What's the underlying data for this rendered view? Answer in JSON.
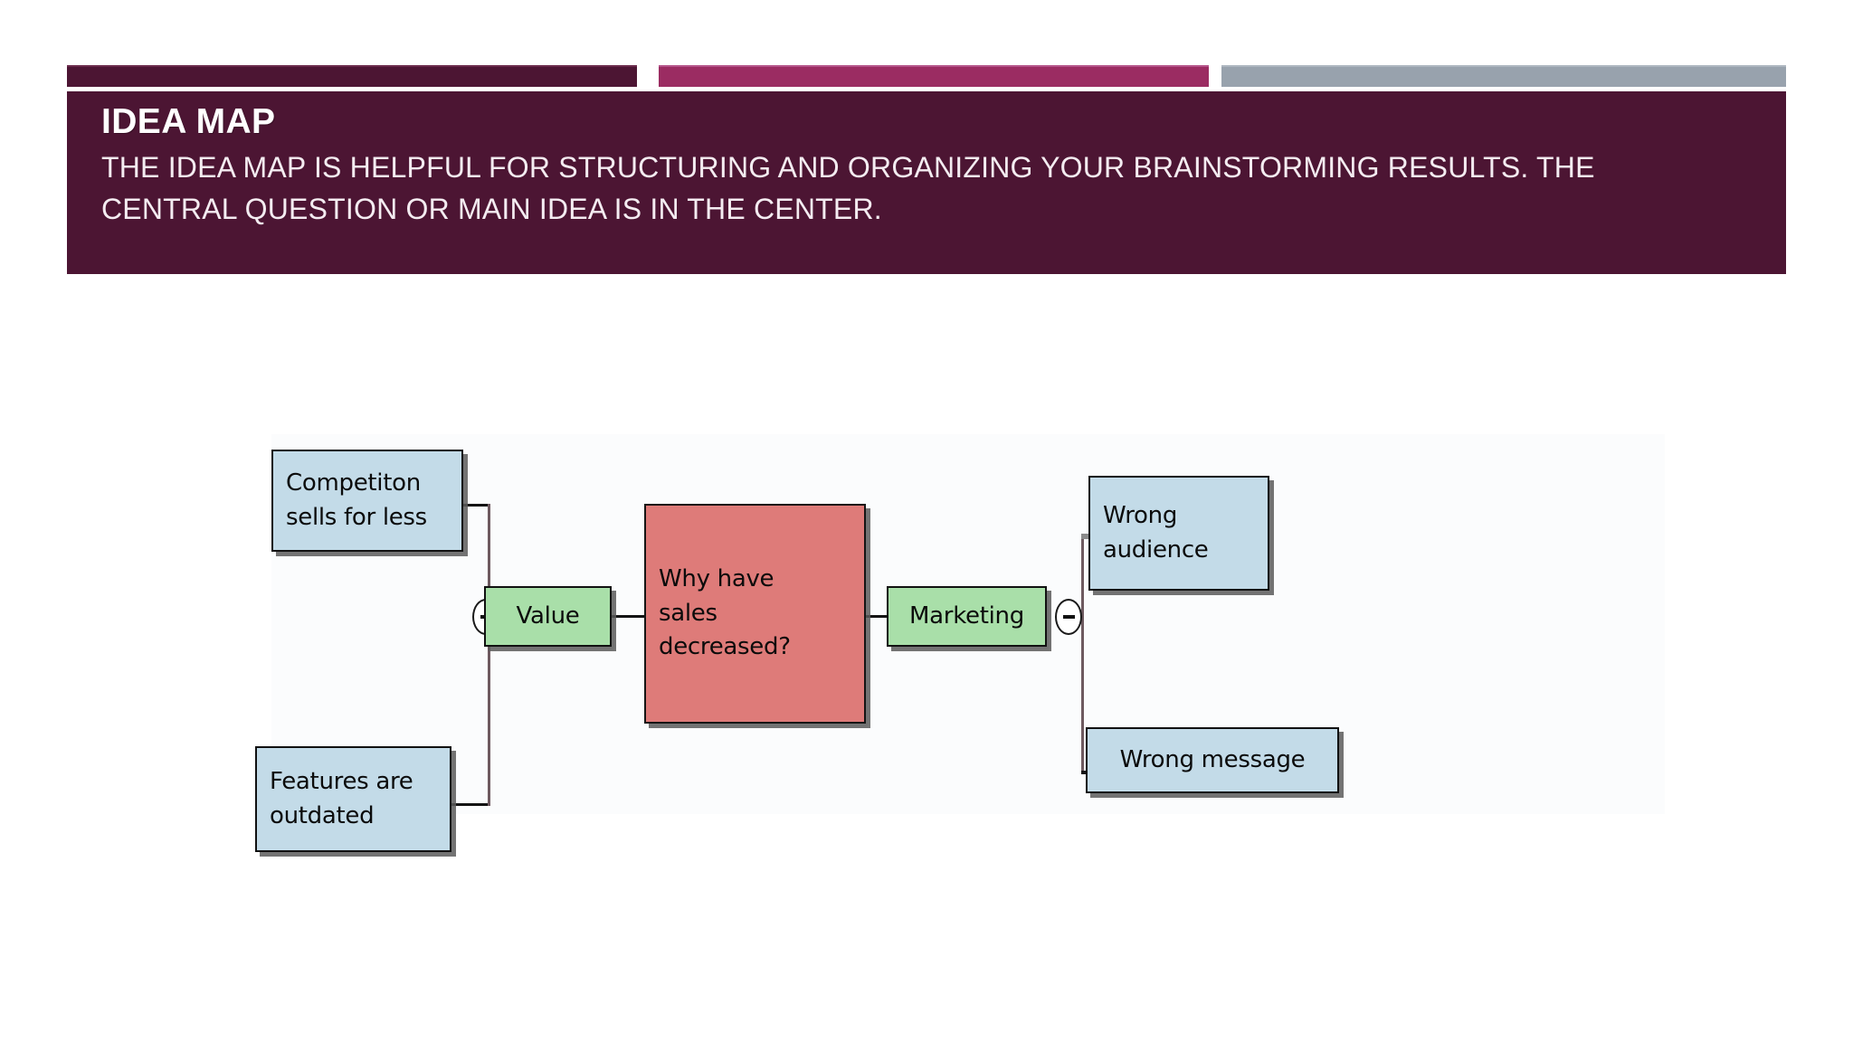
{
  "header": {
    "title": "IDEA MAP",
    "subtitle": "THE IDEA MAP IS HELPFUL FOR STRUCTURING AND ORGANIZING YOUR BRAINSTORMING RESULTS. THE CENTRAL QUESTION OR MAIN IDEA IS IN THE CENTER.",
    "accent_colors": {
      "dark_plum": "#4C1533",
      "magenta": "#9B2C62",
      "gray": "#98A2AD"
    },
    "text_color": "#FFFFFF"
  },
  "diagram": {
    "type": "idea-map",
    "node_colors": {
      "leaf": "#C3DBE8",
      "branch": "#A9DFA9",
      "center": "#DE7B79",
      "border": "#111111",
      "shadow": "#5A5A5A"
    },
    "center_node": {
      "id": "why-have-sales-decreased",
      "lines": [
        "Why have",
        "sales",
        "decreased?"
      ]
    },
    "branches": [
      {
        "id": "value",
        "label": "Value",
        "side": "left",
        "collapse_control": "minus",
        "children": [
          {
            "id": "competiton-sells-for-less",
            "lines": [
              "Competiton",
              "sells for less"
            ]
          },
          {
            "id": "features-are-outdated",
            "lines": [
              "Features are",
              "outdated"
            ]
          }
        ]
      },
      {
        "id": "marketing",
        "label": "Marketing",
        "side": "right",
        "collapse_control": "minus",
        "children": [
          {
            "id": "wrong-audience",
            "lines": [
              "Wrong",
              "audience"
            ]
          },
          {
            "id": "wrong-message",
            "lines": [
              "Wrong message"
            ]
          }
        ]
      }
    ]
  }
}
